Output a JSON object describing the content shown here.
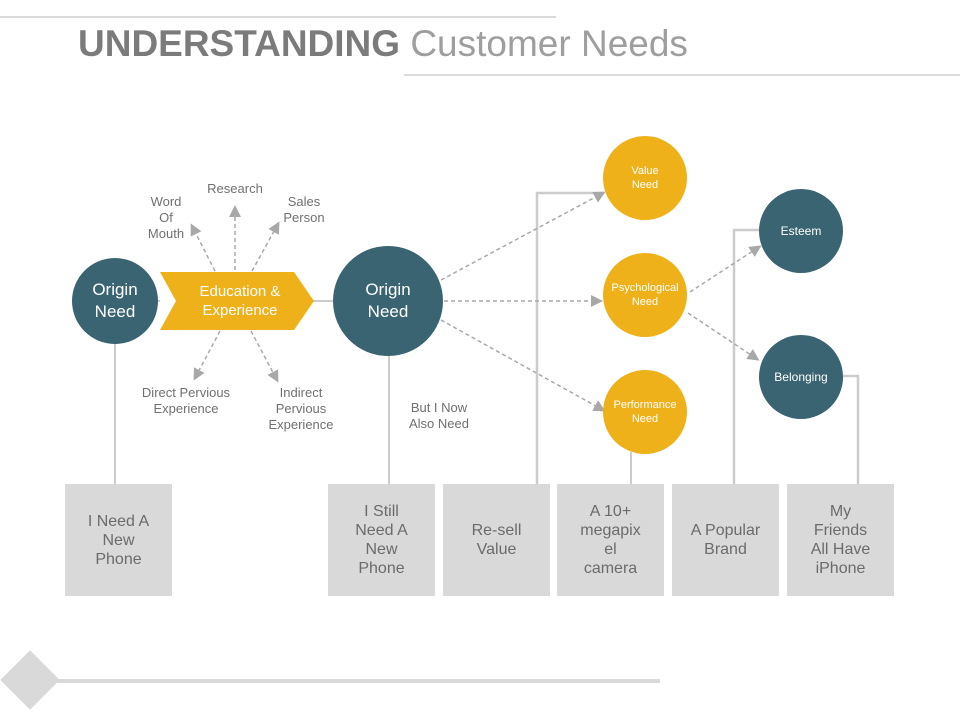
{
  "title": {
    "bold": "UNDERSTANDING",
    "light": "Customer Needs"
  },
  "colors": {
    "teal": "#3a6472",
    "gold": "#efb11a",
    "box": "#d9d9d9",
    "text_gray": "#707070"
  },
  "nodes": {
    "origin_need_left": "Origin\nNeed",
    "education": "Education &\nExperience",
    "origin_need_center": "Origin\nNeed",
    "value_need": "Value\nNeed",
    "psychological_need": "Psychological\nNeed",
    "performance_need": "Performance\nNeed",
    "esteem": "Esteem",
    "belonging": "Belonging"
  },
  "influences": {
    "word_of_mouth": "Word\nOf\nMouth",
    "research": "Research",
    "sales_person": "Sales\nPerson",
    "direct": "Direct Pervious\nExperience",
    "indirect": "Indirect\nPervious\nExperience"
  },
  "but_i_now": "But I Now\nAlso Need",
  "boxes": [
    "I Need A\nNew\nPhone",
    "I Still\nNeed A\nNew\nPhone",
    "Re-sell\nValue",
    "A 10+\nmegapix\nel\ncamera",
    "A Popular\nBrand",
    "My\nFriends\nAll Have\niPhone"
  ]
}
